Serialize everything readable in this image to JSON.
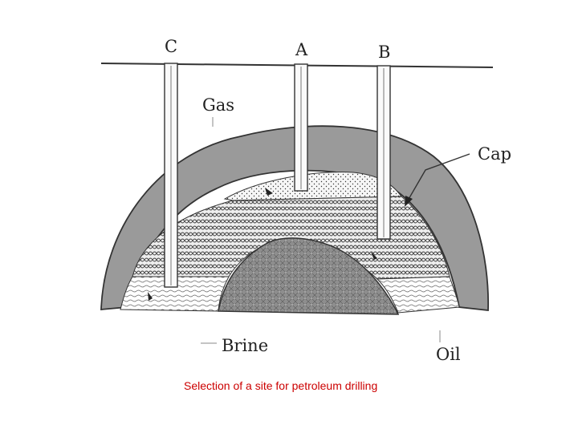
{
  "labels": {
    "well_c": "C",
    "well_a": "A",
    "well_b": "B",
    "gas": "Gas",
    "cap": "Cap",
    "brine": "Brine",
    "oil": "Oil"
  },
  "caption": "Selection of a site for petroleum drilling",
  "colors": {
    "caption": "#cc0000",
    "cap_rock": "#9a9a9a",
    "salt_dome": "#8e8e8e",
    "ink": "#222222",
    "oil_layer": "#eeeeee",
    "gas_layer": "#f7f7f7"
  }
}
